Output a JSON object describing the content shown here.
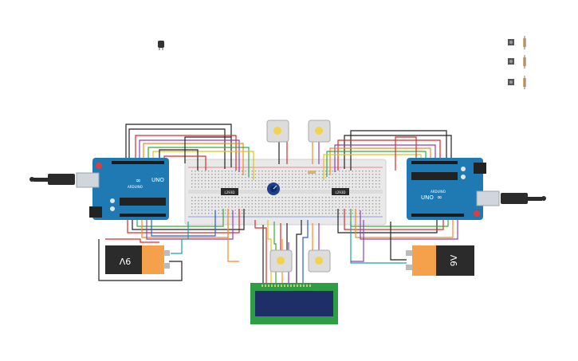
{
  "components": {
    "arduino_left": {
      "brand_text": "UNO",
      "model_text": "ARDUINO"
    },
    "arduino_right": {
      "brand_text": "UNO",
      "model_text": "ARDUINO"
    },
    "battery_left": {
      "label": "9V"
    },
    "battery_right": {
      "label": "9V"
    },
    "driver_left": {
      "label": "L293D"
    },
    "driver_right": {
      "label": "L293D"
    }
  },
  "colors": {
    "arduino_board": "#1f7ab3",
    "breadboard": "#e9e9e9",
    "battery_body": "#f5a04a",
    "battery_cap": "#2b2b2b",
    "lcd_board": "#2e9e45",
    "lcd_screen": "#1d2f66",
    "motor_body": "#dcdcdc",
    "motor_hub": "#f2d34a",
    "wire_red": "#d32f2f",
    "wire_black": "#222222",
    "wire_orange": "#f28c1e",
    "wire_green": "#3aa63a",
    "wire_purple": "#8a3fbf",
    "wire_yellow": "#e2c21c",
    "wire_teal": "#1aa0a0",
    "wire_blue": "#2a5bd7"
  }
}
